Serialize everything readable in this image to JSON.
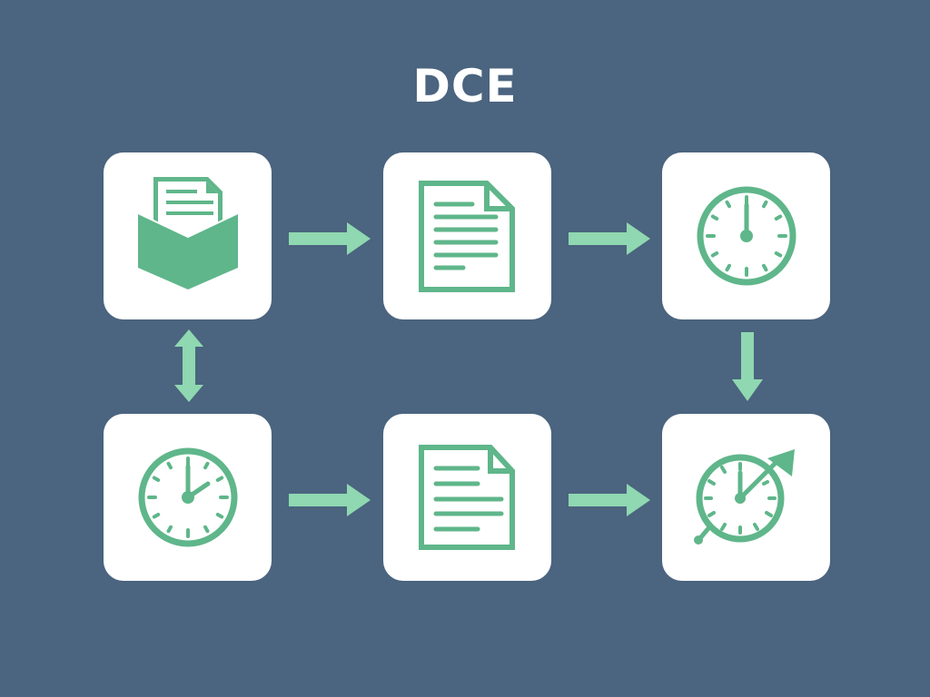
{
  "title": "DCE",
  "colors": {
    "background": "#4b647f",
    "node_fill": "#ffffff",
    "icon": "#5fb68a",
    "arrow": "#8fd8b1",
    "title": "#ffffff"
  },
  "nodes": [
    {
      "id": "n1",
      "row": 1,
      "col": 1,
      "icon": "open-book-document-icon"
    },
    {
      "id": "n2",
      "row": 1,
      "col": 2,
      "icon": "document-icon"
    },
    {
      "id": "n3",
      "row": 1,
      "col": 3,
      "icon": "clock-12-icon"
    },
    {
      "id": "n4",
      "row": 2,
      "col": 1,
      "icon": "clock-2-icon"
    },
    {
      "id": "n5",
      "row": 2,
      "col": 2,
      "icon": "document-icon"
    },
    {
      "id": "n6",
      "row": 2,
      "col": 3,
      "icon": "clock-with-arrow-icon"
    }
  ],
  "edges": [
    {
      "from": "n1",
      "to": "n2",
      "type": "right-arrow"
    },
    {
      "from": "n2",
      "to": "n3",
      "type": "right-arrow"
    },
    {
      "from": "n1",
      "to": "n4",
      "type": "bidirectional-vertical-arrow"
    },
    {
      "from": "n3",
      "to": "n6",
      "type": "down-arrow"
    },
    {
      "from": "n4",
      "to": "n5",
      "type": "right-arrow"
    },
    {
      "from": "n5",
      "to": "n6",
      "type": "right-arrow"
    }
  ]
}
